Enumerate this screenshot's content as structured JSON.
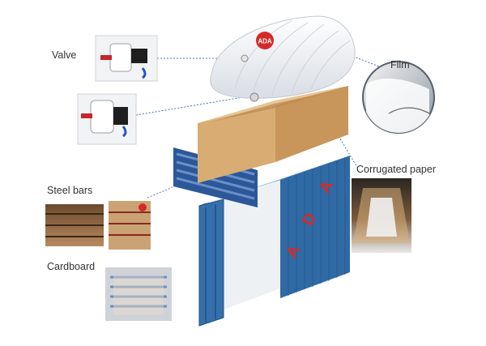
{
  "labels": {
    "valve": "Valve",
    "film": "Film",
    "corrugated_paper": "Corrugated paper",
    "steel_bars": "Steel bars",
    "cardboard": "Cardboard"
  },
  "brand": {
    "bag_logo": "ADA",
    "container_letters": [
      "A",
      "D",
      "A"
    ]
  },
  "colors": {
    "container_blue": "#2f6aa5",
    "container_dark": "#1f4f80",
    "liner_tan": "#d8ac72",
    "steel_blue": "#3a68a8",
    "brand_red": "#d42a2a",
    "leader_line": "#4a76b8",
    "label_text": "#333333"
  },
  "icons": [
    "valve-fitting-icon",
    "container-icon",
    "flexitank-bag-icon"
  ]
}
